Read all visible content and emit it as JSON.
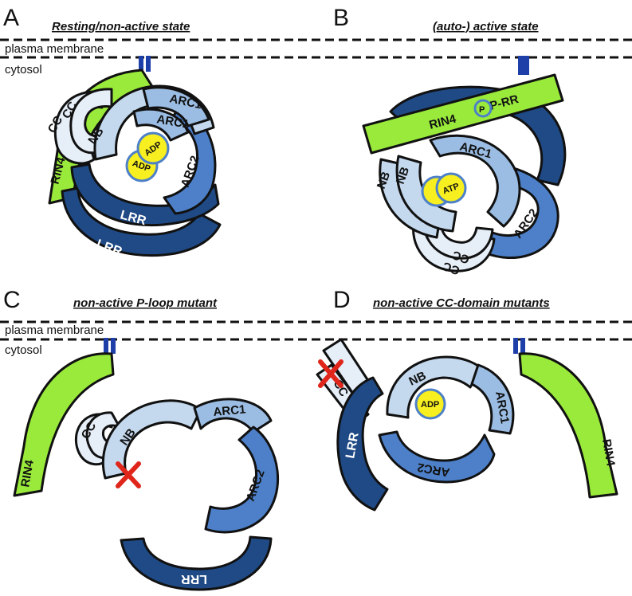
{
  "panels": [
    {
      "letter": "A",
      "title": "Resting/non-active state"
    },
    {
      "letter": "B",
      "title": "(auto-) active state"
    },
    {
      "letter": "C",
      "title": "non-active P-loop mutant"
    },
    {
      "letter": "D",
      "title": "non-active CC-domain mutants"
    }
  ],
  "membrane": {
    "plasma": "plasma membrane",
    "cytosol": "cytosol"
  },
  "domains": {
    "cc": "CC",
    "nb": "NB",
    "arc1": "ARC1",
    "arc2": "ARC2",
    "lrr": "LRR",
    "rin4": "RIN4",
    "adp": "ADP",
    "atp": "ATP",
    "p": "P",
    "p_lrr": "P-RR"
  },
  "colors": {
    "cc": "#e6eef8",
    "nb": "#c4d9ee",
    "arc1": "#9bbde3",
    "arc2": "#4d80c8",
    "lrr": "#1f4a85",
    "rin4": "#9aea3c",
    "nucleotide": "#f7ef1f",
    "anchor": "#1e3fa8",
    "mutation": "#e0261b"
  }
}
